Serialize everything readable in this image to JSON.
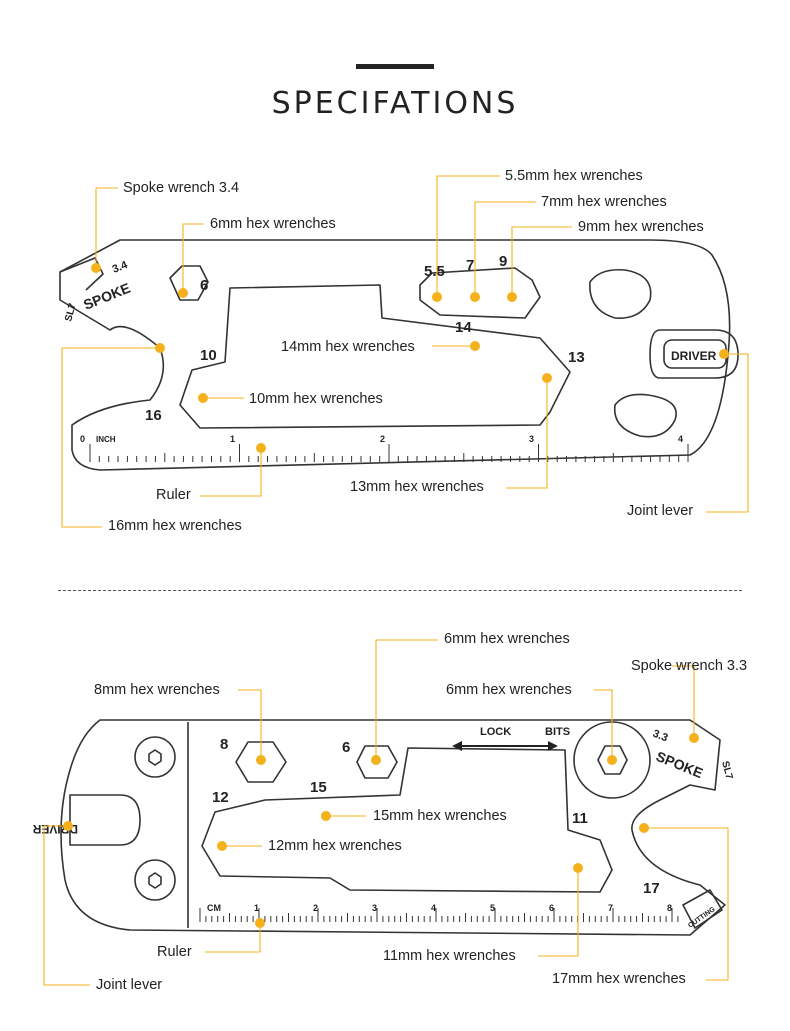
{
  "title": "SPECIFATIONS",
  "top_tool": {
    "engraving": {
      "spoke_size": "3.4",
      "spoke": "SPOKE",
      "slot": "SL7",
      "driver": "DRIVER",
      "inch_unit": "INCH",
      "ruler_ticks": [
        "0",
        "1",
        "2",
        "3",
        "4"
      ],
      "numbers": [
        "6",
        "5.5",
        "7",
        "9",
        "10",
        "14",
        "13",
        "16"
      ]
    },
    "callouts": {
      "spoke_wrench": "Spoke wrench 3.4",
      "hex6": "6mm hex wrenches",
      "hex55": "5.5mm hex wrenches",
      "hex7": "7mm hex wrenches",
      "hex9": "9mm hex wrenches",
      "hex14": "14mm hex wrenches",
      "hex10": "10mm hex wrenches",
      "hex13": "13mm hex wrenches",
      "ruler": "Ruler",
      "hex16": "16mm hex wrenches",
      "joint_lever": "Joint lever"
    }
  },
  "bottom_tool": {
    "engraving": {
      "spoke_size": "3.3",
      "spoke": "SPOKE",
      "slot": "SL7",
      "driver": "DRIVER",
      "lock": "LOCK",
      "bits": "BITS",
      "cutting": "CUTTING",
      "cm_unit": "CM",
      "ruler_ticks": [
        "1",
        "2",
        "3",
        "4",
        "5",
        "6",
        "7",
        "8"
      ],
      "numbers": [
        "8",
        "6",
        "15",
        "12",
        "11",
        "17"
      ]
    },
    "callouts": {
      "hex6_top": "6mm hex wrenches",
      "spoke_wrench": "Spoke wrench 3.3",
      "hex8": "8mm hex wrenches",
      "hex6_bits": "6mm hex wrenches",
      "hex15": "15mm hex wrenches",
      "hex12": "12mm hex wrenches",
      "ruler": "Ruler",
      "hex11": "11mm hex wrenches",
      "joint_lever": "Joint lever",
      "hex17": "17mm hex wrenches"
    }
  },
  "colors": {
    "accent": "#f5b11c",
    "line": "#333333",
    "text": "#222222"
  }
}
